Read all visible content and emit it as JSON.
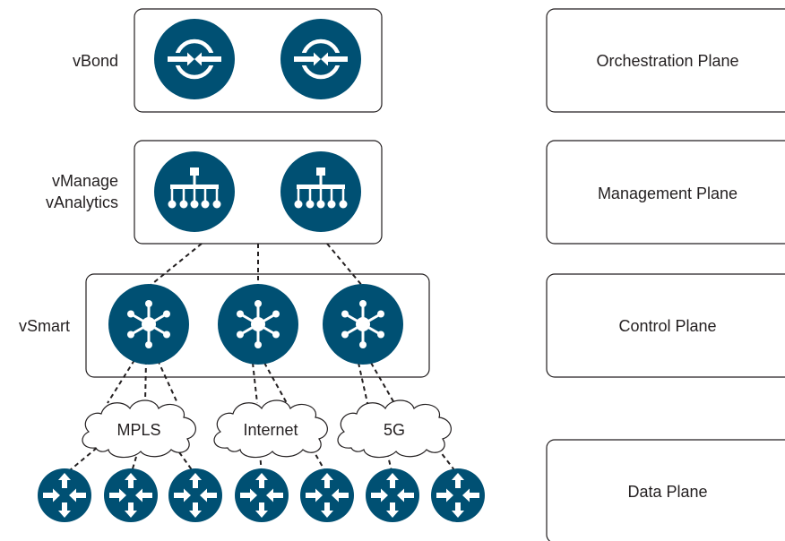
{
  "diagram": {
    "tiers": {
      "vbond": "vBond",
      "vmanage": "vManage",
      "vanalytics": "vAnalytics",
      "vsmart": "vSmart"
    },
    "planes": {
      "orchestration": "Orchestration Plane",
      "management": "Management Plane",
      "control": "Control Plane",
      "data": "Data Plane"
    },
    "transports": {
      "mpls": "MPLS",
      "internet": "Internet",
      "5g": "5G"
    },
    "colors": {
      "node_fill": "#005073",
      "line": "#231f20",
      "box_stroke": "#231f20"
    },
    "icons": {
      "vbond": "orchestrator-icon",
      "vmanage": "management-tree-icon",
      "vsmart": "hub-star-icon",
      "edge": "router-arrows-icon",
      "transport": "cloud-icon"
    }
  }
}
